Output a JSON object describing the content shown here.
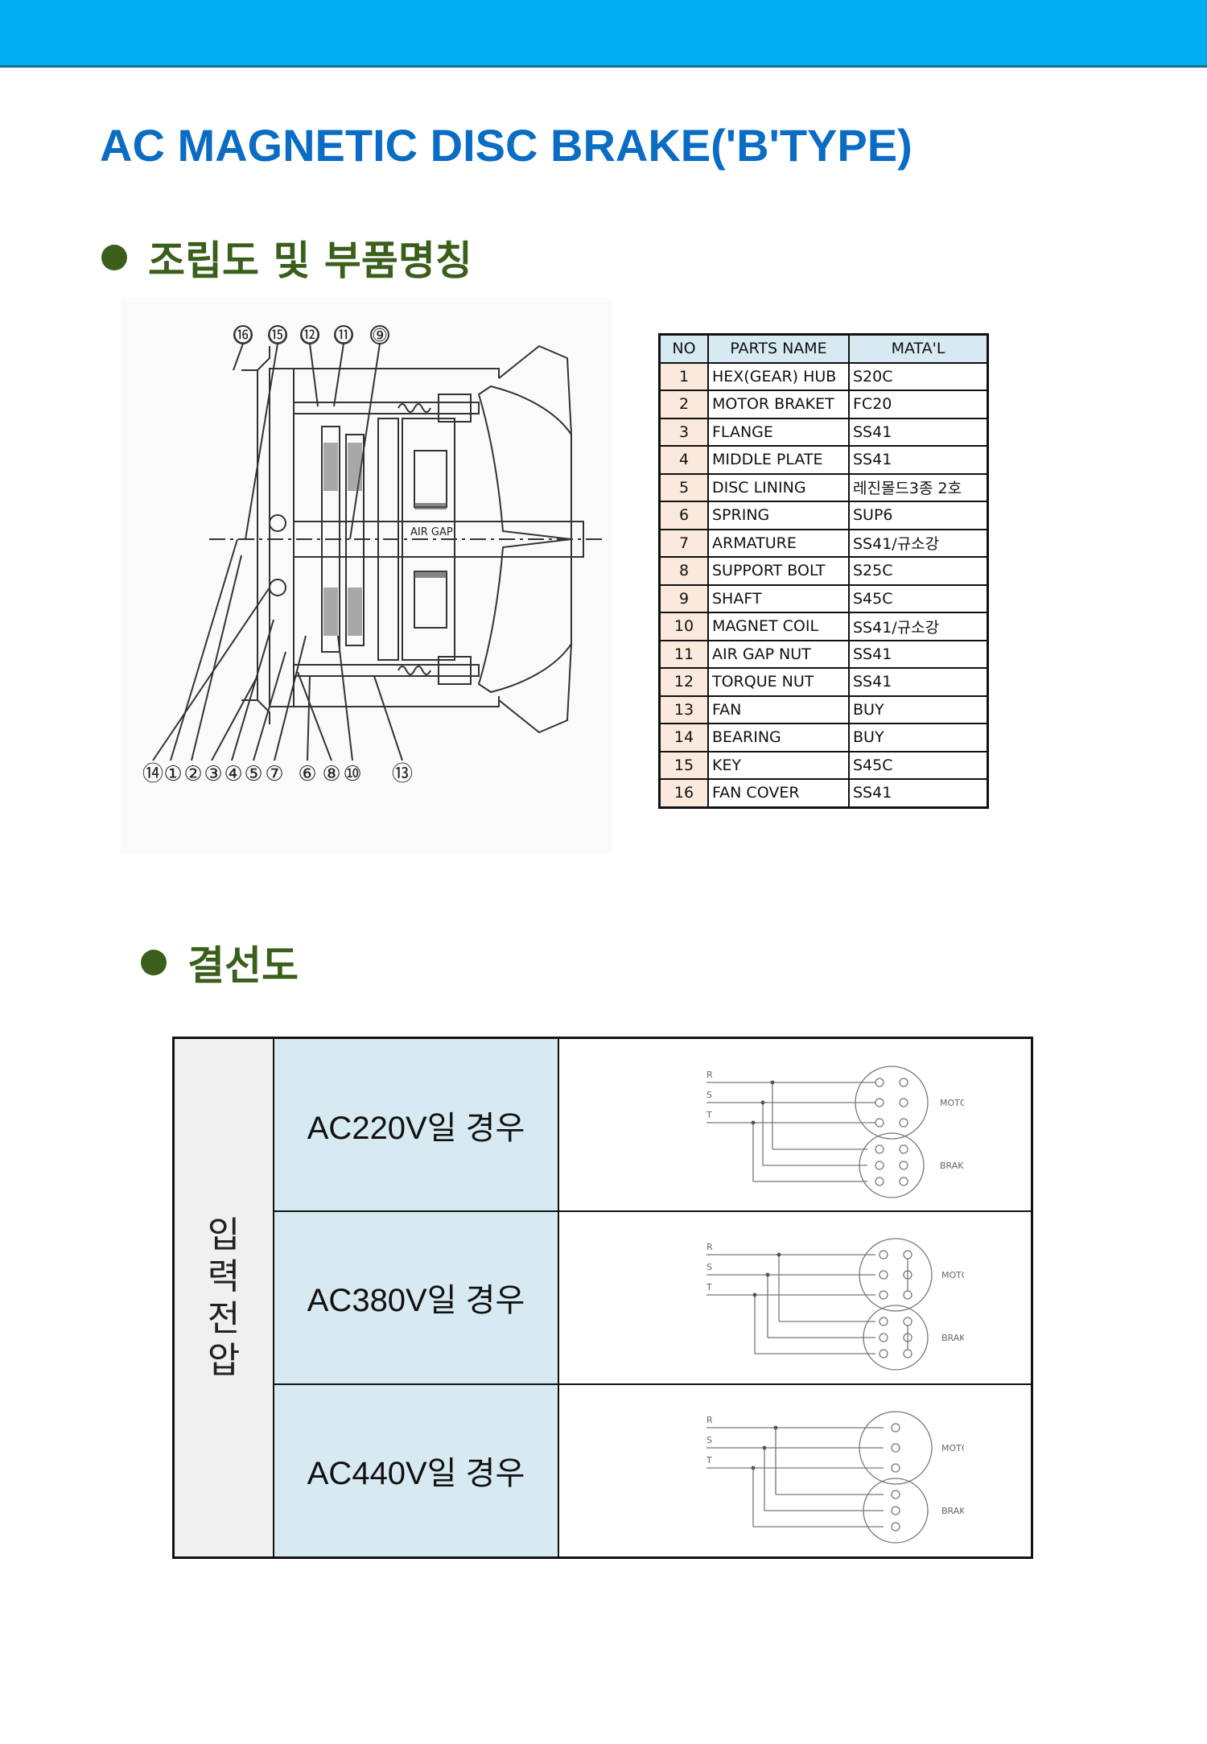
{
  "header": {
    "title": "AC MAGNETIC DISC BRAKE('B'TYPE)"
  },
  "section_assembly": {
    "heading": "조립도 및 부품명칭"
  },
  "section_wiring": {
    "heading": "결선도"
  },
  "drawing": {
    "top_callouts": [
      "⑯",
      "⑮",
      "⑫",
      "⑪",
      "⑨"
    ],
    "bottom_callouts": [
      "⑭",
      "①",
      "②",
      "③",
      "④",
      "⑤",
      "⑦",
      "⑥",
      "⑧",
      "⑩",
      "⑬"
    ],
    "air_gap_label": "AIR GAP"
  },
  "parts_table": {
    "headers": [
      "NO",
      "PARTS NAME",
      "MATA'L"
    ],
    "rows": [
      {
        "no": "1",
        "name": "HEX(GEAR) HUB",
        "material": "S20C"
      },
      {
        "no": "2",
        "name": "MOTOR BRAKET",
        "material": "FC20"
      },
      {
        "no": "3",
        "name": "FLANGE",
        "material": "SS41"
      },
      {
        "no": "4",
        "name": "MIDDLE PLATE",
        "material": "SS41"
      },
      {
        "no": "5",
        "name": "DISC LINING",
        "material": "레진몰드3종 2호"
      },
      {
        "no": "6",
        "name": "SPRING",
        "material": "SUP6"
      },
      {
        "no": "7",
        "name": "ARMATURE",
        "material": "SS41/규소강"
      },
      {
        "no": "8",
        "name": "SUPPORT BOLT",
        "material": "S25C"
      },
      {
        "no": "9",
        "name": "SHAFT",
        "material": "S45C"
      },
      {
        "no": "10",
        "name": "MAGNET COIL",
        "material": "SS41/규소강"
      },
      {
        "no": "11",
        "name": "AIR GAP NUT",
        "material": "SS41"
      },
      {
        "no": "12",
        "name": "TORQUE NUT",
        "material": "SS41"
      },
      {
        "no": "13",
        "name": "FAN",
        "material": "BUY"
      },
      {
        "no": "14",
        "name": "BEARING",
        "material": "BUY"
      },
      {
        "no": "15",
        "name": "KEY",
        "material": "S45C"
      },
      {
        "no": "16",
        "name": "FAN COVER",
        "material": "SS41"
      }
    ]
  },
  "wiring_table": {
    "side_label": "입력전압",
    "cases": [
      {
        "label": "AC220V일 경우"
      },
      {
        "label": "AC380V일 경우"
      },
      {
        "label": "AC440V일 경우"
      }
    ],
    "diagram_labels": {
      "r": "R",
      "s": "S",
      "t": "T",
      "motor": "MOTOR",
      "brake": "BRAKE"
    }
  }
}
